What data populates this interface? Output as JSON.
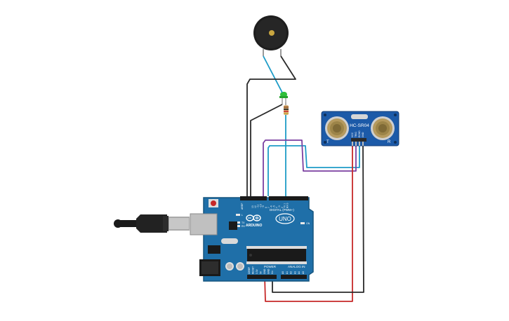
{
  "colors": {
    "board": "#1f6fa8",
    "board_dark": "#16557f",
    "header": "#1a1a1a",
    "wire_black": "#2a2a2a",
    "wire_red": "#c62828",
    "wire_cyan": "#1e9cc7",
    "wire_purple": "#7b3fa0",
    "sensor": "#1c5aa8",
    "transducer_ring": "#bfa36a",
    "buzzer": "#1e1e1e",
    "led": "#2fbf3a",
    "resistor": "#d9b27a"
  },
  "sensor": {
    "model": "HC-SR04",
    "trig_label": "T",
    "echo_label": "R",
    "pins": [
      "VCC",
      "TRIG",
      "ECHO",
      "GND"
    ]
  },
  "arduino": {
    "brand": "ARDUINO",
    "model": "UNO",
    "digital_label": "DIGITAL (PWM~)",
    "power_label": "POWER",
    "analog_label": "ANALOG IN",
    "on_label": "ON",
    "tx_label": "TX",
    "rx_label": "RX",
    "l_label": "L",
    "aref_label": "AREF",
    "gnd_label": "GND",
    "top_pins": [
      "13",
      "12",
      "~11",
      "~10",
      "~9",
      "8",
      "7",
      "~6",
      "~5",
      "4",
      "~3",
      "2",
      "TX 1",
      "RX 0"
    ],
    "power_pins": [
      "IOREF",
      "RESET",
      "3.3V",
      "5V",
      "GND",
      "GND",
      "Vin"
    ],
    "analog_pins": [
      "A0",
      "A1",
      "A2",
      "A3",
      "A4",
      "A5"
    ]
  },
  "icons": {
    "usb_cable": "usb-cable-icon",
    "buzzer": "buzzer-icon",
    "led": "led-icon",
    "resistor": "resistor-icon"
  }
}
